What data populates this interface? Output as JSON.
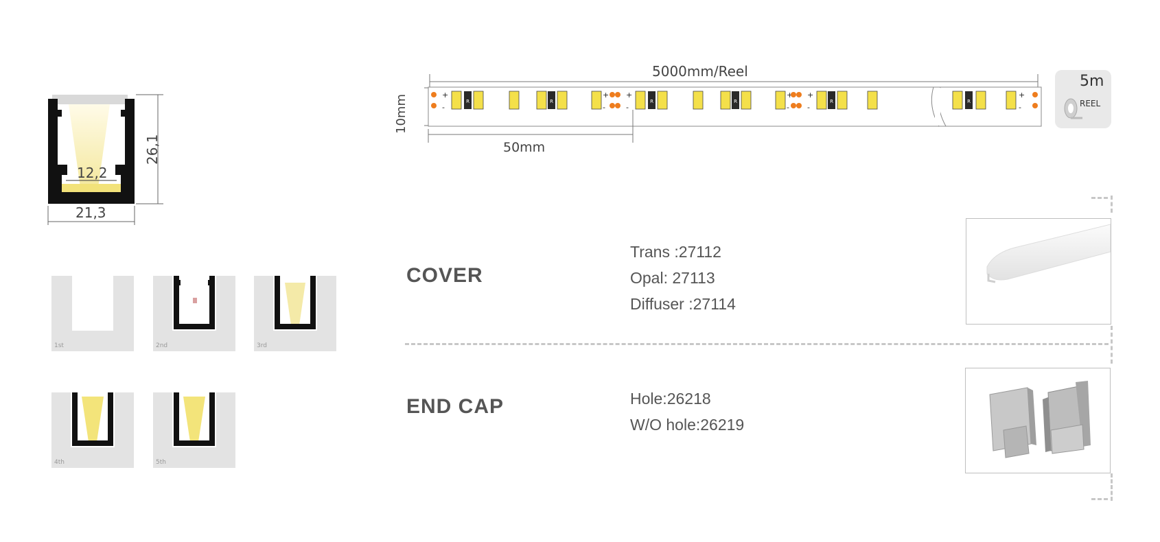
{
  "profile": {
    "dim_width": "21,3",
    "dim_inner": "12,2",
    "dim_height": "26,1"
  },
  "steps": [
    {
      "label": "1st"
    },
    {
      "label": "2nd"
    },
    {
      "label": "3rd"
    },
    {
      "label": "4th"
    },
    {
      "label": "5th"
    }
  ],
  "strip": {
    "reel_length": "5000mm/Reel",
    "width": "10mm",
    "segment": "50mm",
    "reel_badge_value": "5m",
    "reel_badge_label": "REEL",
    "resistor_mark": "R"
  },
  "cover": {
    "title": "COVER",
    "lines": [
      "Trans :27112",
      "Opal:  27113",
      "Diffuser :27114"
    ]
  },
  "endcap": {
    "title": "END CAP",
    "lines": [
      "Hole:26218",
      "W/O hole:26219"
    ]
  },
  "colors": {
    "led_yellow": "#f4e04a",
    "pad_orange": "#ee7d1e",
    "profile_black": "#111111",
    "section_text": "#555555"
  }
}
